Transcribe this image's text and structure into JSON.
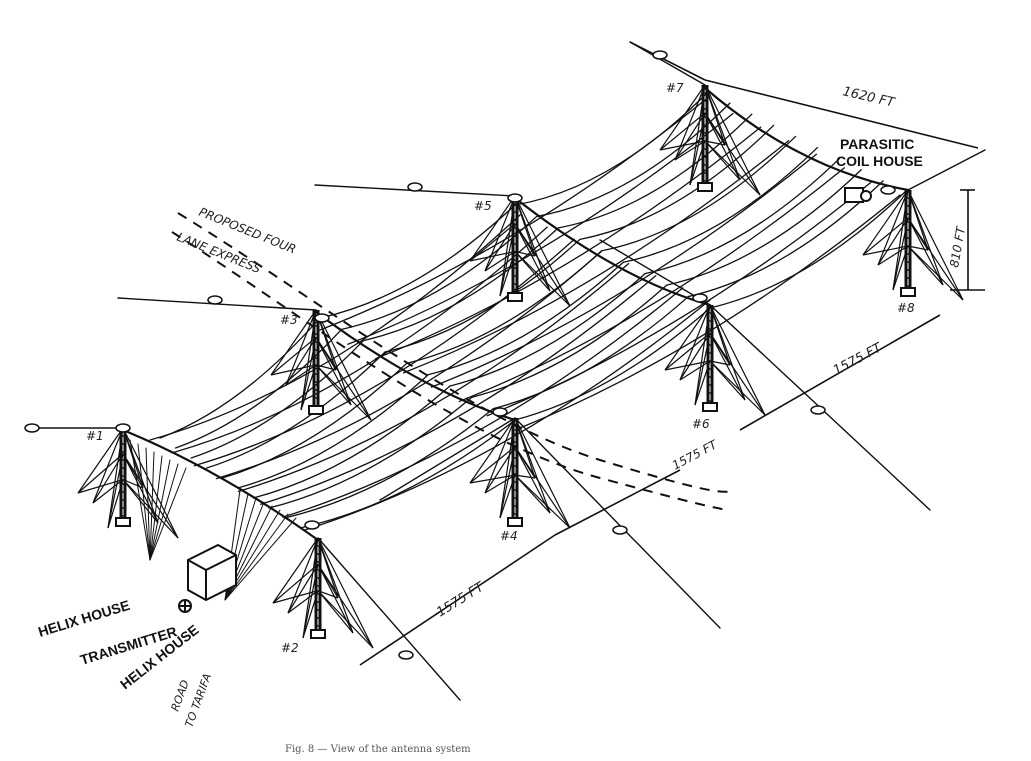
{
  "diagram": {
    "labels": {
      "parasitic_line1": "PARASITIC",
      "parasitic_line2": "COIL HOUSE",
      "helix_house_left": "HELIX HOUSE",
      "transmitter": "TRANSMITTER",
      "helix_house_right": "HELIX HOUSE",
      "road_line1": "ROAD",
      "road_line2": "TO TARIFA",
      "proposed_line1": "PROPOSED FOUR",
      "proposed_line2": "LANE EXPRESS"
    },
    "dimensions": {
      "span_top": "1620 FT",
      "height": "810 FT",
      "span_right": "1575 FT",
      "span_middle": "1575 FT",
      "span_front": "1575 FT"
    },
    "towers": [
      "#1",
      "#2",
      "#3",
      "#4",
      "#5",
      "#6",
      "#7",
      "#8"
    ],
    "caption": "Fig. 8 — View of the antenna system"
  }
}
